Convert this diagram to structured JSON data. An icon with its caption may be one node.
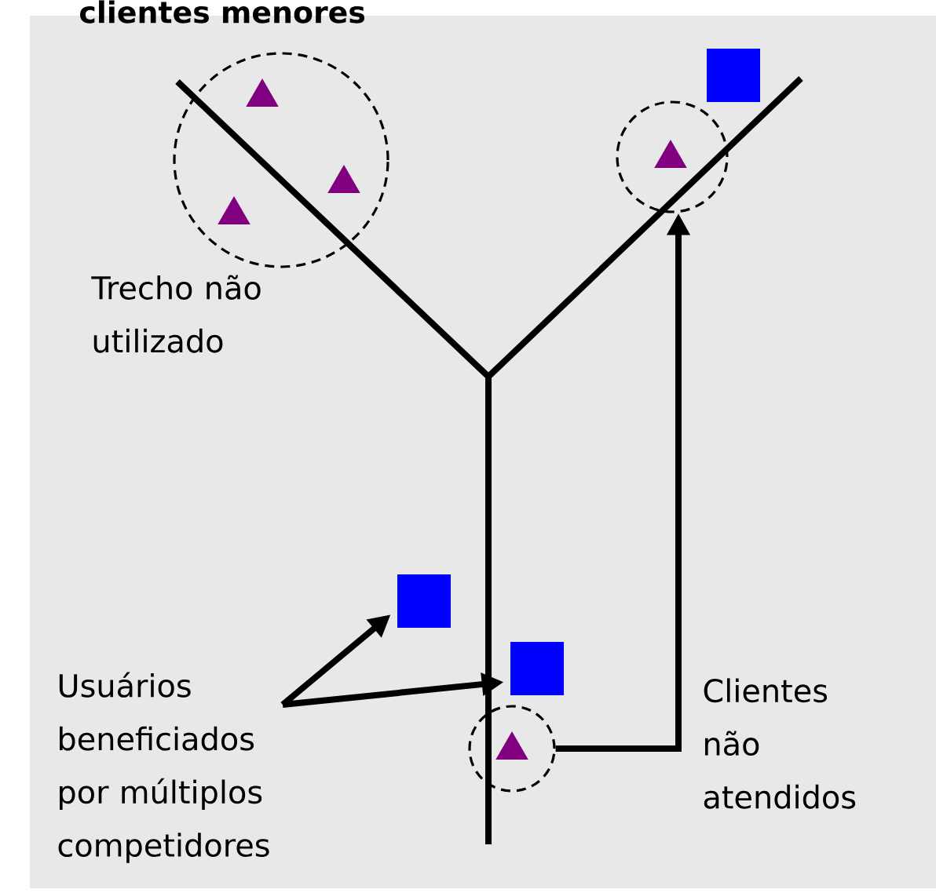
{
  "diagram": {
    "title": "clientes menores",
    "nodes": [
      {
        "text": [],
        "shape": "circle"
      },
      {
        "text": [],
        "shape": "triangle",
        "in": 0
      },
      {
        "text": [],
        "shape": "triangle",
        "in": 0
      },
      {
        "text": [],
        "shape": "triangle",
        "in": 0
      },
      {
        "text": [],
        "shape": "box"
      },
      {
        "text": [],
        "shape": "circle"
      },
      {
        "text": [],
        "shape": "triangle",
        "in": 5
      },
      {
        "text": [],
        "shape": "box"
      },
      {
        "text": [],
        "shape": "box"
      },
      {
        "text": [
          "Usuários beneficiados por múltiplos competidores"
        ]
      },
      {
        "text": [],
        "shape": "circle"
      },
      {
        "text": [],
        "shape": "triangle",
        "in": 10
      }
    ],
    "edges": [
      {
        "from": 9,
        "to": 7,
        "arrow": "to"
      },
      {
        "from": 9,
        "to": 8,
        "arrow": "to"
      },
      {
        "from": 10,
        "to": 5,
        "arrow": "to"
      }
    ],
    "labels": [
      "Trecho não utilizado",
      "Clientes não atendidos"
    ]
  }
}
